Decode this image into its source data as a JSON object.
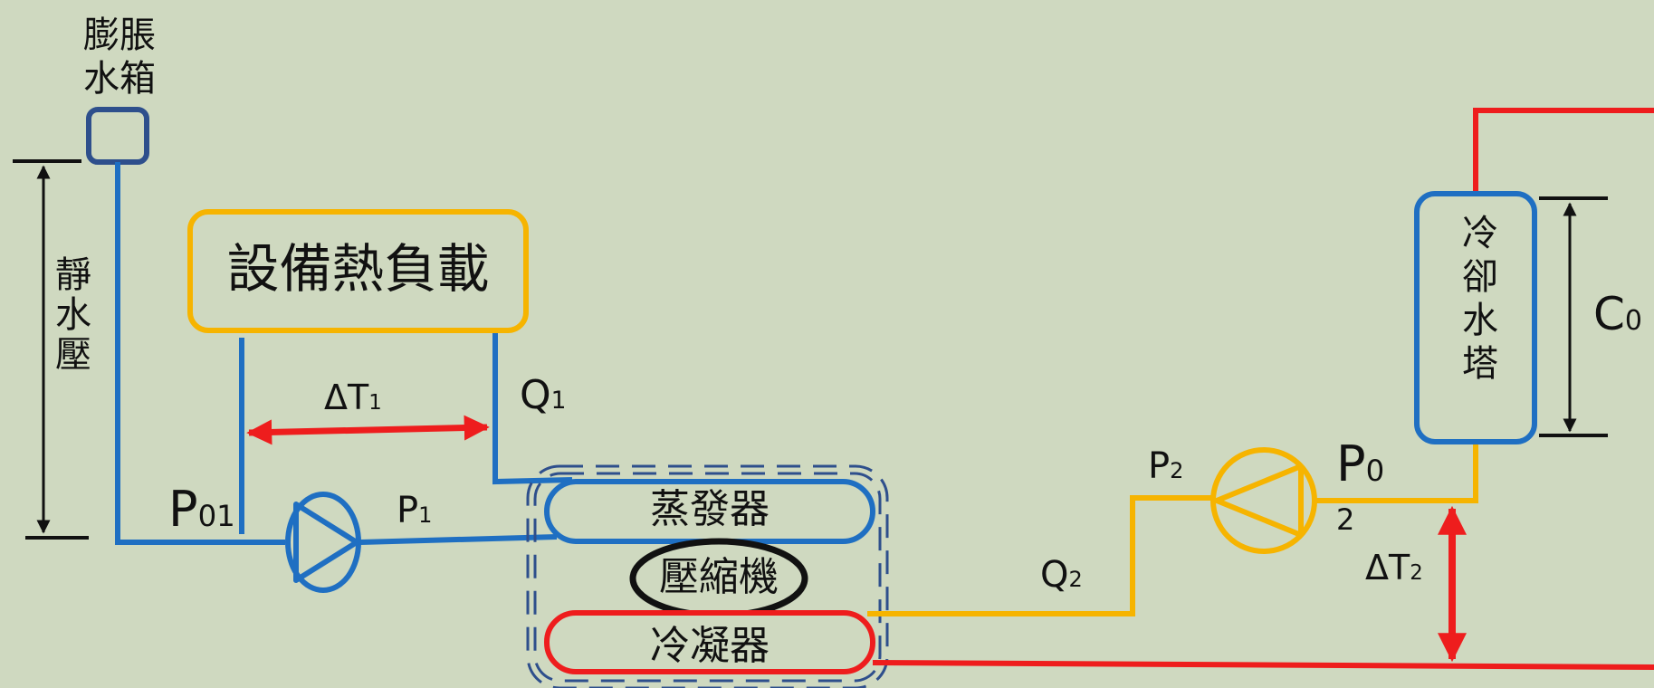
{
  "labels": {
    "expansion_tank": "膨脹水箱",
    "static_pressure": "靜水壓",
    "heat_load": "設備熱負載",
    "delta_t1_base": "ΔT",
    "delta_t1_sub": "1",
    "q1_base": "Q",
    "q1_sub": "1",
    "p01_base": "P",
    "p01_sub": "01",
    "p1_base": "P",
    "p1_sub": "1",
    "evaporator": "蒸發器",
    "compressor": "壓縮機",
    "condenser": "冷凝器",
    "q2_base": "Q",
    "q2_sub": "2",
    "p2_base": "P",
    "p2_sub": "2",
    "p02_base": "P",
    "p02_sub": "0",
    "p02_sub2": "2",
    "delta_t2_base": "ΔT",
    "delta_t2_sub": "2",
    "cooling_tower": "冷卻水塔",
    "c0_base": "C",
    "c0_sub": "0"
  },
  "colors": {
    "background": "#cfd9c0",
    "chilled_water_pipe": "#1f6fc2",
    "cooling_water_supply": "#f6b400",
    "cooling_water_return": "#ee1d1d",
    "tank": "#2e4f8c",
    "dimension": "#111111",
    "arrow": "#ee1d1d"
  }
}
